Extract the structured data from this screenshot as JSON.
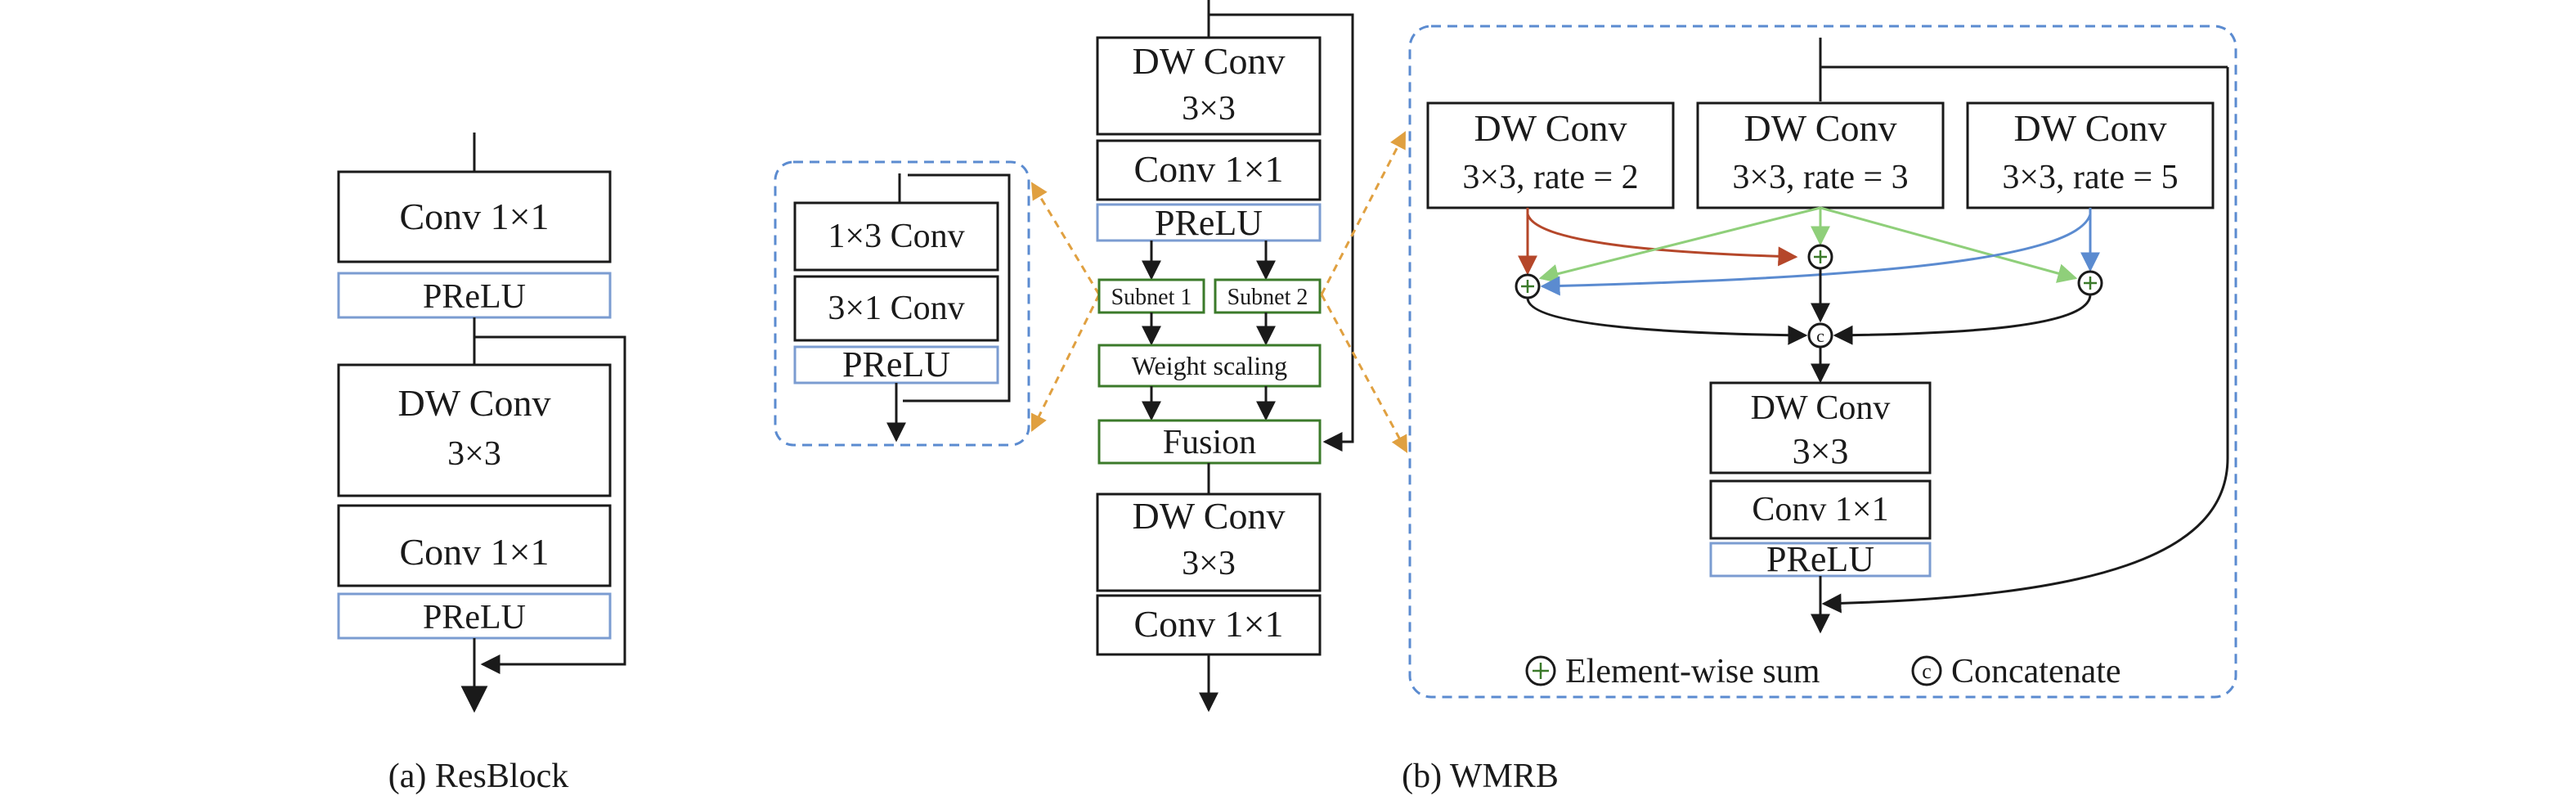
{
  "resblock": {
    "conv1": "Conv 1×1",
    "prelu1": "PReLU",
    "dwconv_l1": "DW Conv",
    "dwconv_l2": "3×3",
    "conv2": "Conv 1×1",
    "prelu2": "PReLU",
    "caption": "(a) ResBlock"
  },
  "subnet_detail": {
    "conv13": "1×3 Conv",
    "conv31": "3×1 Conv",
    "prelu": "PReLU"
  },
  "wmrb_main": {
    "dwconv_top_l1": "DW Conv",
    "dwconv_top_l2": "3×3",
    "conv_top": "Conv 1×1",
    "prelu": "PReLU",
    "subnet1": "Subnet 1",
    "subnet2": "Subnet 2",
    "weight_scaling": "Weight scaling",
    "fusion": "Fusion",
    "dwconv_bottom_l1": "DW Conv",
    "dwconv_bottom_l2": "3×3",
    "conv_bottom": "Conv 1×1",
    "caption": "(b) WMRB"
  },
  "wmrb_detail": {
    "dw_r2_l1": "DW Conv",
    "dw_r2_l2": "3×3, rate = 2",
    "dw_r3_l1": "DW Conv",
    "dw_r3_l2": "3×3, rate = 3",
    "dw_r5_l1": "DW Conv",
    "dw_r5_l2": "3×3, rate = 5",
    "concat_symbol": "c",
    "dwconv_l1": "DW Conv",
    "dwconv_l2": "3×3",
    "conv": "Conv 1×1",
    "prelu": "PReLU",
    "legend_sum": "Element-wise sum",
    "legend_concat": "Concatenate"
  },
  "colors": {
    "arrow_rate2": "#b5472a",
    "arrow_rate3": "#8fcf7a",
    "arrow_rate5": "#5b8bd0",
    "prelu_border": "#7b9cd1",
    "subnet_border": "#3b7a2a",
    "dashed_container": "#5b8bd0",
    "dashed_connector": "#e0a040"
  }
}
